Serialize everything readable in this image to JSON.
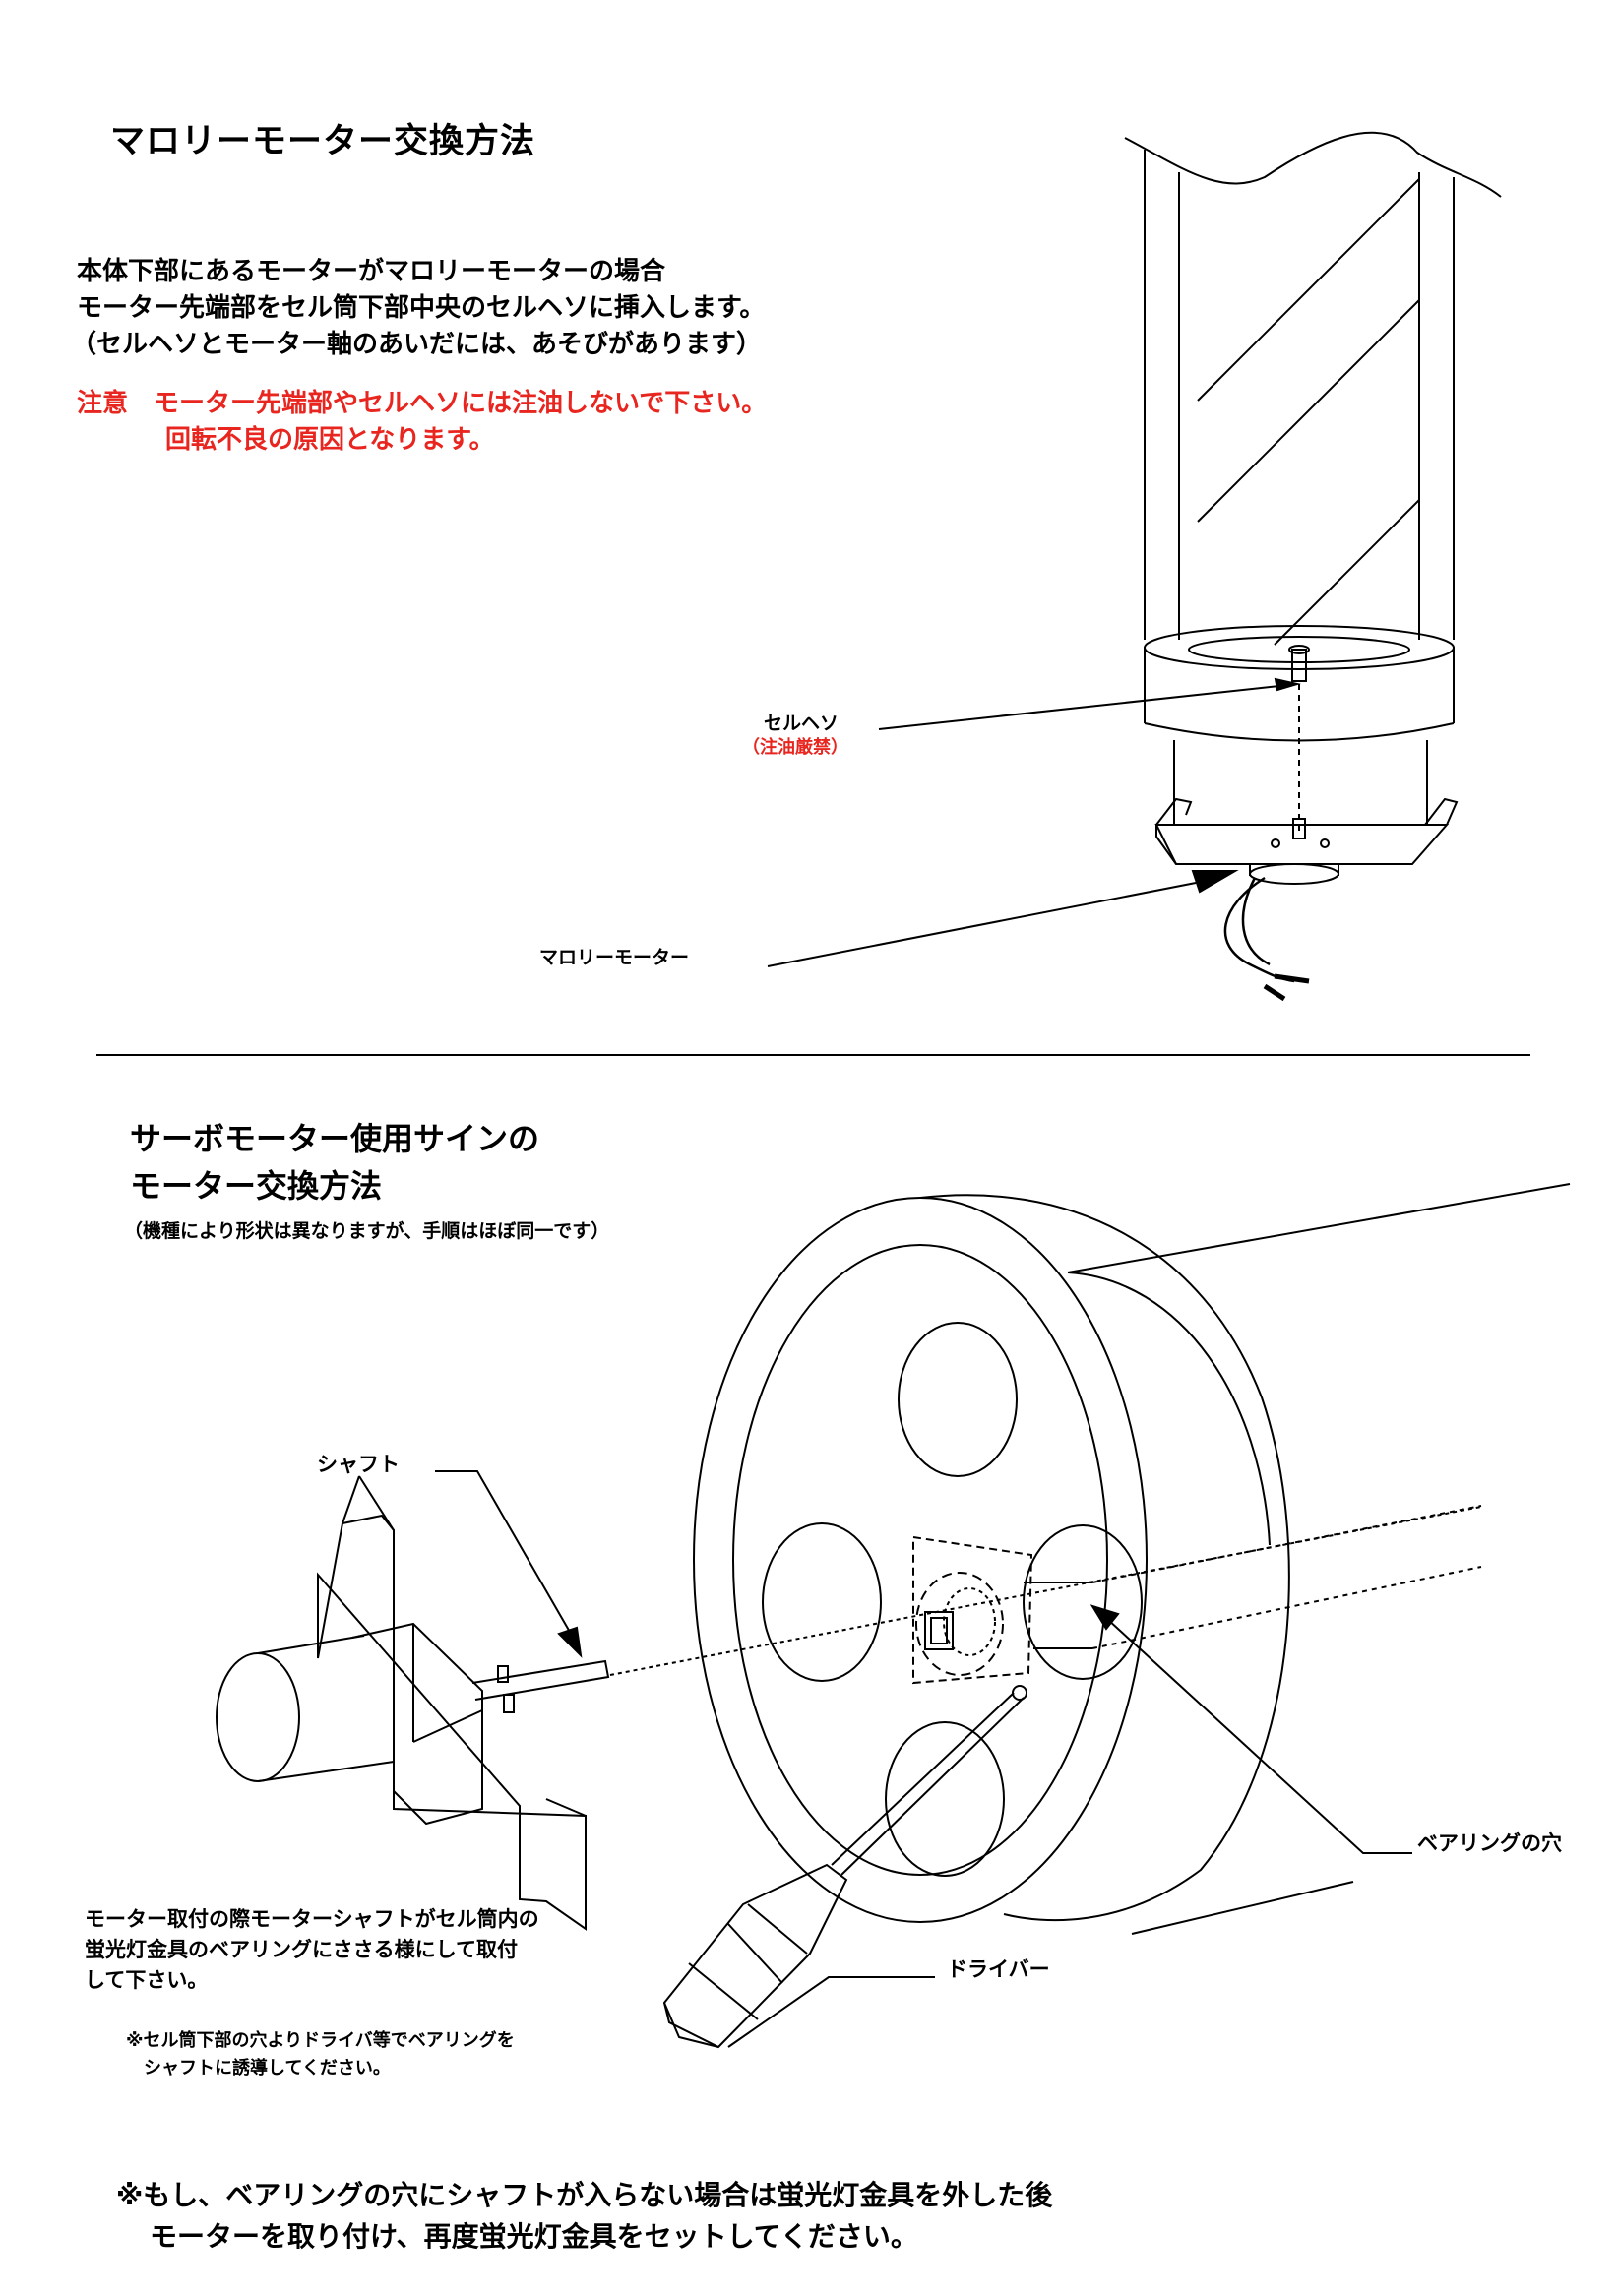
{
  "section1": {
    "title": "マロリーモーター交換方法",
    "para": [
      "本体下部にあるモーターがマロリーモーターの場合",
      "モーター先端部をセル筒下部中央のセルヘソに挿入します。",
      "（セルヘソとモーター軸のあいだには、あそびがあります）"
    ],
    "caution": [
      "注意　モーター先端部やセルヘソには注油しないで下さい。",
      "回転不良の原因となります。"
    ],
    "labels": {
      "cell_heso": "セルヘソ",
      "no_oil": "（注油厳禁）",
      "motor": "マロリーモーター"
    }
  },
  "section2": {
    "title": [
      "サーボモーター使用サインの",
      "モーター交換方法"
    ],
    "subtitle": "（機種により形状は異なりますが、手順はほぼ同一です）",
    "labels": {
      "shaft": "シャフト",
      "bearing_hole": "ベアリングの穴",
      "driver": "ドライバー"
    },
    "instruction": [
      "モーター取付の際モーターシャフトがセル筒内の",
      "蛍光灯金具のベアリングにささる様にして取付",
      "して下さい。"
    ],
    "tip": [
      "※セル筒下部の穴よりドライバ等でベアリングを",
      "シャフトに誘導してください。"
    ],
    "footer": [
      "※もし、ベアリングの穴にシャフトが入らない場合は蛍光灯金具を外した後",
      "モーターを取り付け、再度蛍光灯金具をセットしてください。"
    ]
  },
  "colors": {
    "caution_red": "#e8261f",
    "line": "#000000"
  }
}
